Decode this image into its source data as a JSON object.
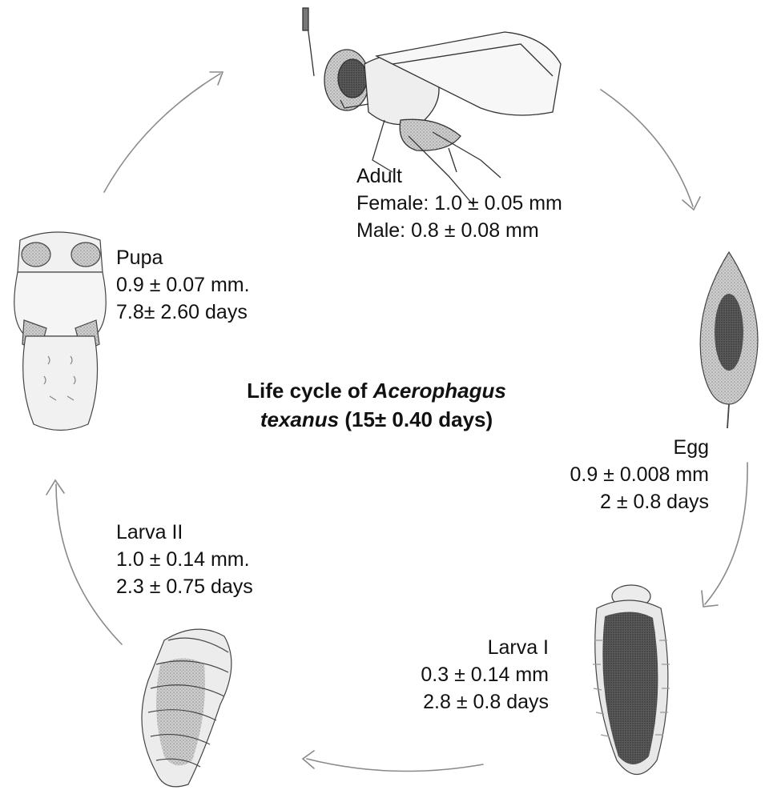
{
  "title": {
    "part1": "Life cycle of ",
    "species_line1": "Acerophagus",
    "species_line2": "texanus",
    "duration": " (15± 0.40  days)"
  },
  "stages": {
    "adult": {
      "name": "Adult",
      "lines": [
        "Female: 1.0 ± 0.05 mm",
        "Male: 0.8 ± 0.08 mm"
      ]
    },
    "egg": {
      "name": "Egg",
      "lines": [
        "0.9 ± 0.008 mm",
        "2 ± 0.8 days"
      ]
    },
    "larva1": {
      "name": "Larva I",
      "lines": [
        "0.3 ± 0.14 mm",
        "2.8 ± 0.8 days"
      ]
    },
    "larva2": {
      "name": "Larva II",
      "lines": [
        "1.0 ± 0.14 mm.",
        "2.3 ± 0.75  days"
      ]
    },
    "pupa": {
      "name": "Pupa",
      "lines": [
        "0.9 ± 0.07 mm.",
        "7.8± 2.60 days"
      ]
    }
  },
  "colors": {
    "arrow": "#8a8a8a",
    "ink": "#333333",
    "shade": "#6e6e6e"
  }
}
